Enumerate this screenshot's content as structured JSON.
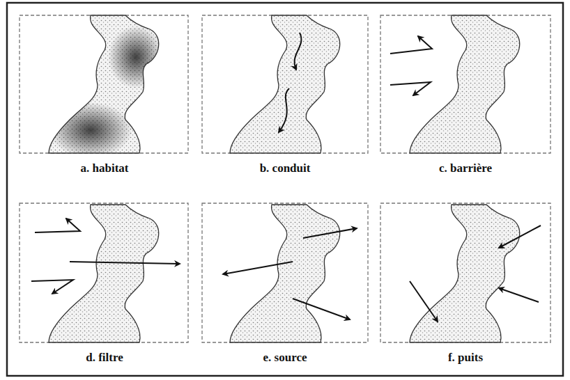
{
  "diagram": {
    "labels": [
      "a. habitat",
      "b. conduit",
      "c. barrière",
      "d. filtre",
      "e. source",
      "f. puits"
    ]
  }
}
